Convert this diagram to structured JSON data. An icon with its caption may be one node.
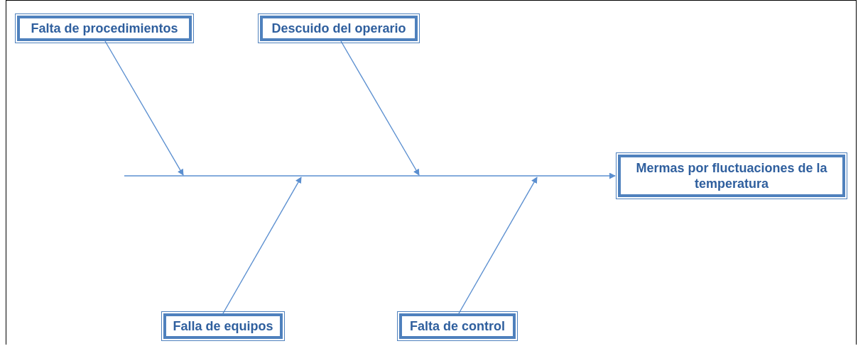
{
  "diagram": {
    "nodes": [
      {
        "text": [
          "Falta de procedimientos"
        ]
      },
      {
        "text": [
          "Descuido del operario"
        ]
      },
      {
        "text": [
          "Mermas por fluctuaciones de la temperatura"
        ]
      },
      {
        "text": [
          "Falla de equipos"
        ]
      },
      {
        "text": [
          "Falta de control"
        ]
      }
    ],
    "edges": [
      {
        "from": 0,
        "to": null,
        "arrow": "to"
      },
      {
        "from": 1,
        "to": null,
        "arrow": "to"
      },
      {
        "from": 3,
        "to": null,
        "arrow": "to"
      },
      {
        "from": 4,
        "to": null,
        "arrow": "to"
      },
      {
        "from": null,
        "to": 2,
        "arrow": "to"
      }
    ]
  }
}
